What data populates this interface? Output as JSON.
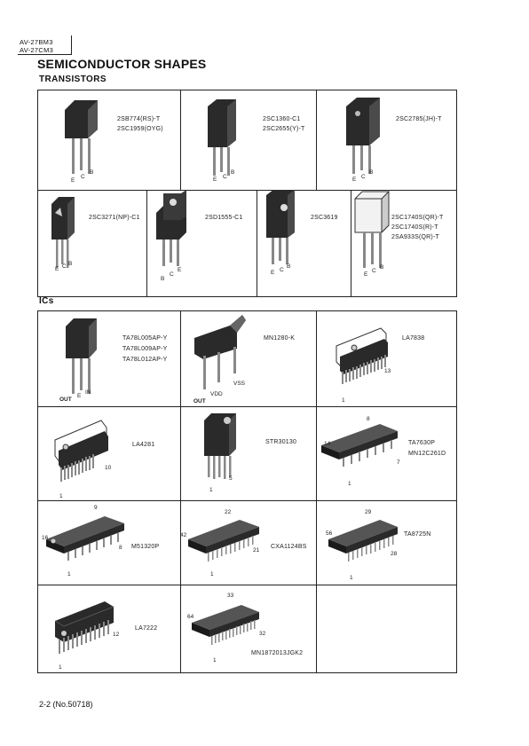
{
  "header": {
    "model_lines": [
      "AV-27BM3",
      "AV-27CM3"
    ],
    "title": "SEMICONDUCTOR SHAPES"
  },
  "sections": {
    "transistors": "TRANSISTORS",
    "ics": "ICs"
  },
  "transistors": [
    {
      "parts": [
        "2SB774(RS)-T",
        "2SC1959(OYG)"
      ],
      "pins": [
        "E",
        "C",
        "B"
      ]
    },
    {
      "parts": [
        "2SC1360-C1",
        "2SC2655(Y)-T"
      ],
      "pins": [
        "E",
        "C",
        "B"
      ]
    },
    {
      "parts": [
        "2SC2785(JH)-T"
      ],
      "pins": [
        "E",
        "C",
        "B"
      ]
    },
    {
      "parts": [
        "2SC3271(NP)-C1"
      ],
      "pins": [
        "E",
        "C",
        "B"
      ]
    },
    {
      "parts": [
        "2SD1555-C1"
      ],
      "pins": [
        "B",
        "C",
        "E"
      ]
    },
    {
      "parts": [
        "2SC3619"
      ],
      "pins": [
        "E",
        "C",
        "B"
      ]
    },
    {
      "parts": [
        "2SC1740S(QR)-T",
        "2SC1740S(R)-T",
        "2SA933S(QR)-T"
      ],
      "pins": [
        "E",
        "C",
        "B"
      ]
    }
  ],
  "ics": [
    {
      "parts": [
        "TA78L005AP-Y",
        "TA78L009AP-Y",
        "TA78L012AP-Y"
      ],
      "pins": [
        "OUT",
        "E",
        "IN"
      ]
    },
    {
      "parts": [
        "MN1280-K"
      ],
      "pins": [
        "VDD",
        "VSS",
        "OUT"
      ]
    },
    {
      "parts": [
        "LA7838"
      ],
      "pins": [
        "13",
        "1"
      ]
    },
    {
      "parts": [
        "LA4281"
      ],
      "pins": [
        "10",
        "1"
      ]
    },
    {
      "parts": [
        "STR30130"
      ],
      "pins": [
        "5",
        "1"
      ]
    },
    {
      "parts": [
        "TA7630P",
        "MN12C261D"
      ],
      "pins": [
        "8",
        "14",
        "7",
        "1"
      ]
    },
    {
      "parts": [
        "M51320P"
      ],
      "pins": [
        "9",
        "16",
        "8",
        "1"
      ]
    },
    {
      "parts": [
        "CXA1124BS"
      ],
      "pins": [
        "22",
        "42",
        "21",
        "1"
      ]
    },
    {
      "parts": [
        "TA8725N"
      ],
      "pins": [
        "29",
        "56",
        "28",
        "1"
      ]
    },
    {
      "parts": [
        "LA7222"
      ],
      "pins": [
        "12",
        "1"
      ]
    },
    {
      "parts": [
        "MN1872013JGK2"
      ],
      "pins": [
        "33",
        "64",
        "32",
        "1"
      ]
    }
  ],
  "footer": "2-2 (No.50718)"
}
